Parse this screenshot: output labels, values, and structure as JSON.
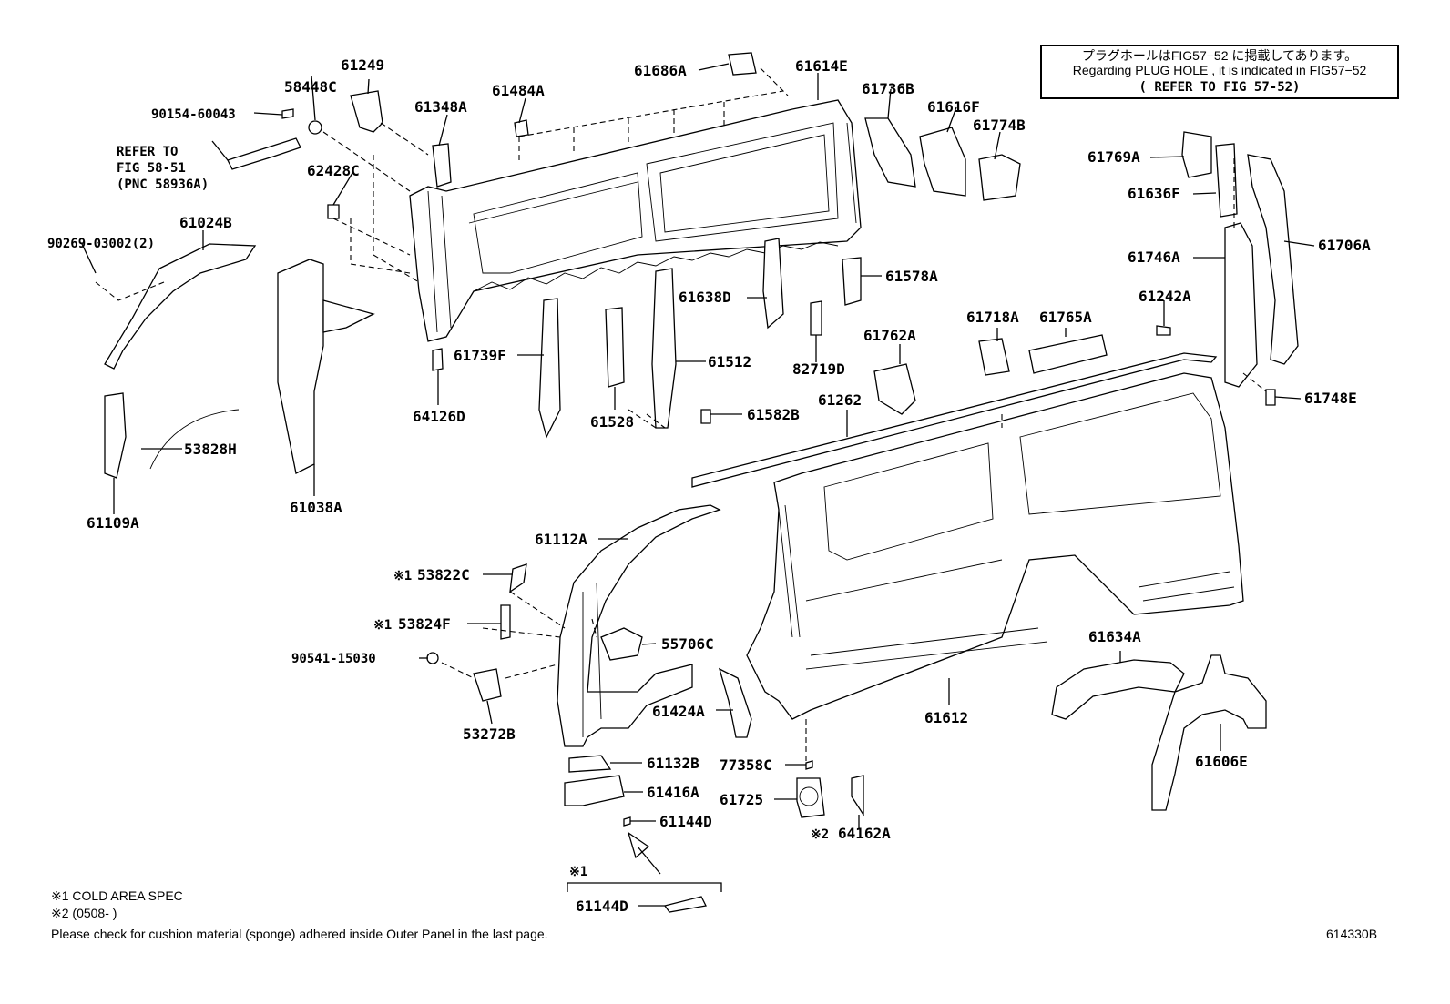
{
  "notice": {
    "line1": "プラグホールはFIG57−52 に掲載してあります。",
    "line2": "Regarding PLUG HOLE , it is indicated in FIG57−52",
    "line3": "( REFER TO FIG 57-52)"
  },
  "refer_note": {
    "line1": "REFER TO",
    "line2": "FIG 58-51",
    "line3": "(PNC 58936A)"
  },
  "part_labels": {
    "p61249": "61249",
    "p58448C": "58448C",
    "p90154": "90154-60043",
    "p61348A": "61348A",
    "p61484A": "61484A",
    "p61686A": "61686A",
    "p61614E": "61614E",
    "p61736B": "61736B",
    "p61616F": "61616F",
    "p61774B": "61774B",
    "p61769A": "61769A",
    "p61636F": "61636F",
    "p61706A": "61706A",
    "p61746A": "61746A",
    "p62428C": "62428C",
    "p61024B": "61024B",
    "p90269": "90269-03002(2)",
    "p61638D": "61638D",
    "p61578A": "61578A",
    "p61242A": "61242A",
    "p61739F": "61739F",
    "p61512": "61512",
    "p82719D": "82719D",
    "p61718A": "61718A",
    "p61765A": "61765A",
    "p61762A": "61762A",
    "p64126D": "64126D",
    "p61528": "61528",
    "p61582B": "61582B",
    "p61262": "61262",
    "p61748E": "61748E",
    "p53828H": "53828H",
    "p61038A": "61038A",
    "p61109A": "61109A",
    "p61112A": "61112A",
    "p53822C": "53822C",
    "p53824F": "53824F",
    "p55706C": "55706C",
    "p90541": "90541-15030",
    "p53272B": "53272B",
    "p61424A": "61424A",
    "p61634A": "61634A",
    "p61612": "61612",
    "p61606E": "61606E",
    "p61132B": "61132B",
    "p77358C": "77358C",
    "p61416A": "61416A",
    "p61725": "61725",
    "p61144D_a": "61144D",
    "p64162A": "64162A",
    "p61144D_b": "61144D"
  },
  "marks": {
    "m1_a": "※1",
    "m1_b": "※1",
    "m1_c": "※1",
    "m2": "※2"
  },
  "footer": {
    "note1": "※1 COLD AREA SPEC",
    "note2": "※2 (0508-       )",
    "note3": "Please check for cushion material (sponge) adhered inside Outer Panel in the last page.",
    "figure_code": "614330B"
  }
}
